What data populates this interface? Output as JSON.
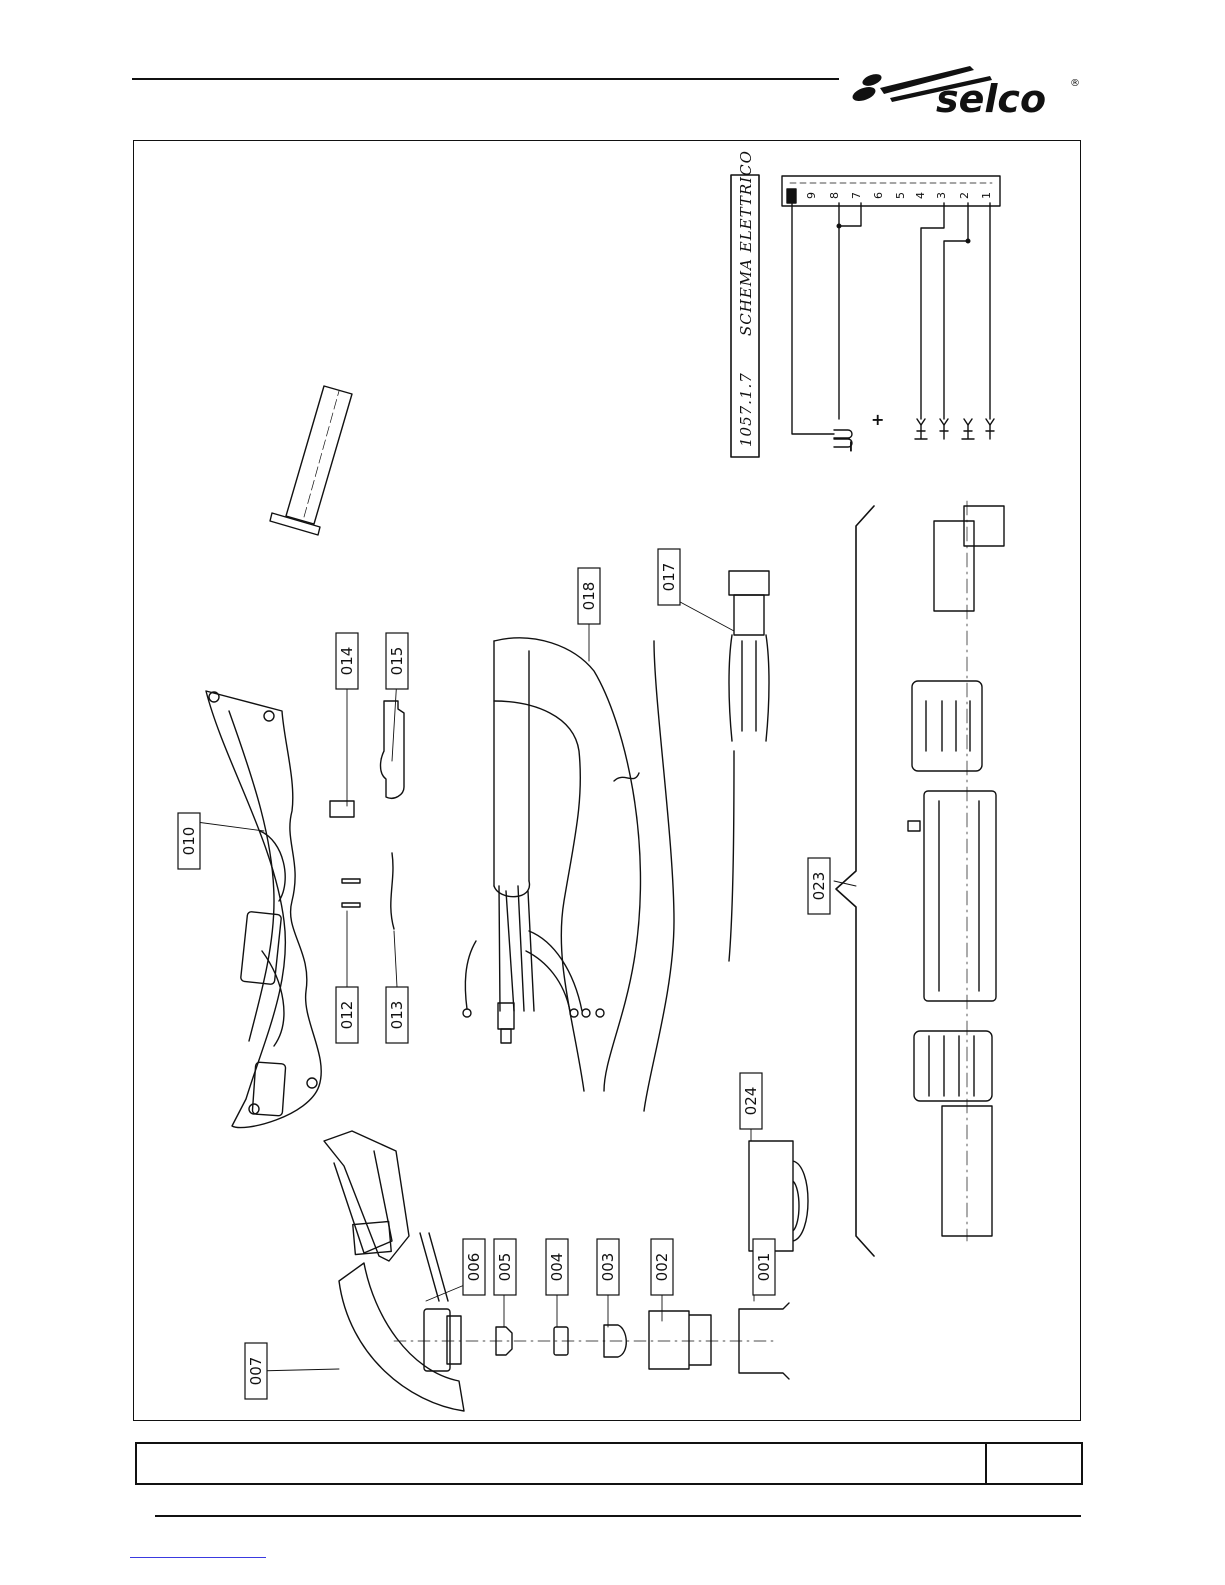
{
  "brand": {
    "name": "selco",
    "registered_mark": "®"
  },
  "schema": {
    "code": "1057.1.7",
    "title": "SCHEMA ELETTRICO"
  },
  "terminals": [
    "9",
    "8",
    "7",
    "6",
    "5",
    "4",
    "3",
    "2",
    "1"
  ],
  "polarity": {
    "plus": "+",
    "minus": "−"
  },
  "parts": [
    "001",
    "002",
    "003",
    "004",
    "005",
    "006",
    "007",
    "010",
    "012",
    "013",
    "014",
    "015",
    "017",
    "018",
    "023",
    "024"
  ],
  "footer": {
    "left_text": "",
    "right_text": ""
  }
}
